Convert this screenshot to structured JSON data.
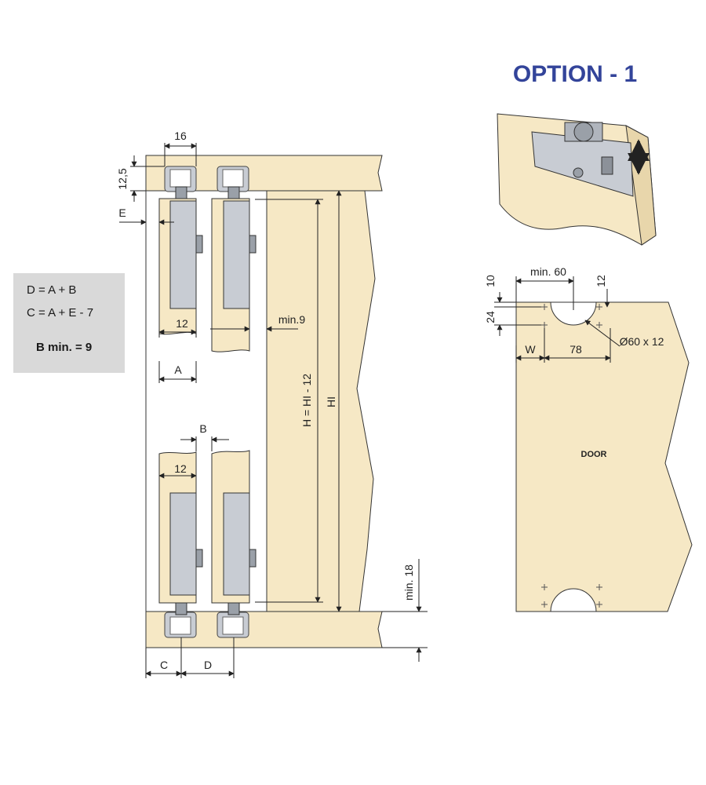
{
  "title": "OPTION - 1",
  "formulas": {
    "line1": "D = A + B",
    "line2": "C = A + E - 7",
    "line3": "B min. = 9"
  },
  "dims": {
    "top_width": "16",
    "top_height": "12,5",
    "e": "E",
    "twelve_top": "12",
    "min9": "min.9",
    "a": "A",
    "b": "B",
    "twelve_bottom": "12",
    "c": "C",
    "d": "D",
    "h": "H = HI - 12",
    "hi": "HI",
    "min18": "min. 18"
  },
  "door": {
    "label": "DOOR",
    "min60": "min. 60",
    "ten": "10",
    "twelve": "12",
    "twentyfour": "24",
    "w": "W",
    "seventyeight": "78",
    "hole": "Ø60 x 12"
  },
  "colors": {
    "wood": "#f6e8c5",
    "metal": "#c8ccd3",
    "title": "#33449a",
    "box": "#d9d9d9"
  }
}
